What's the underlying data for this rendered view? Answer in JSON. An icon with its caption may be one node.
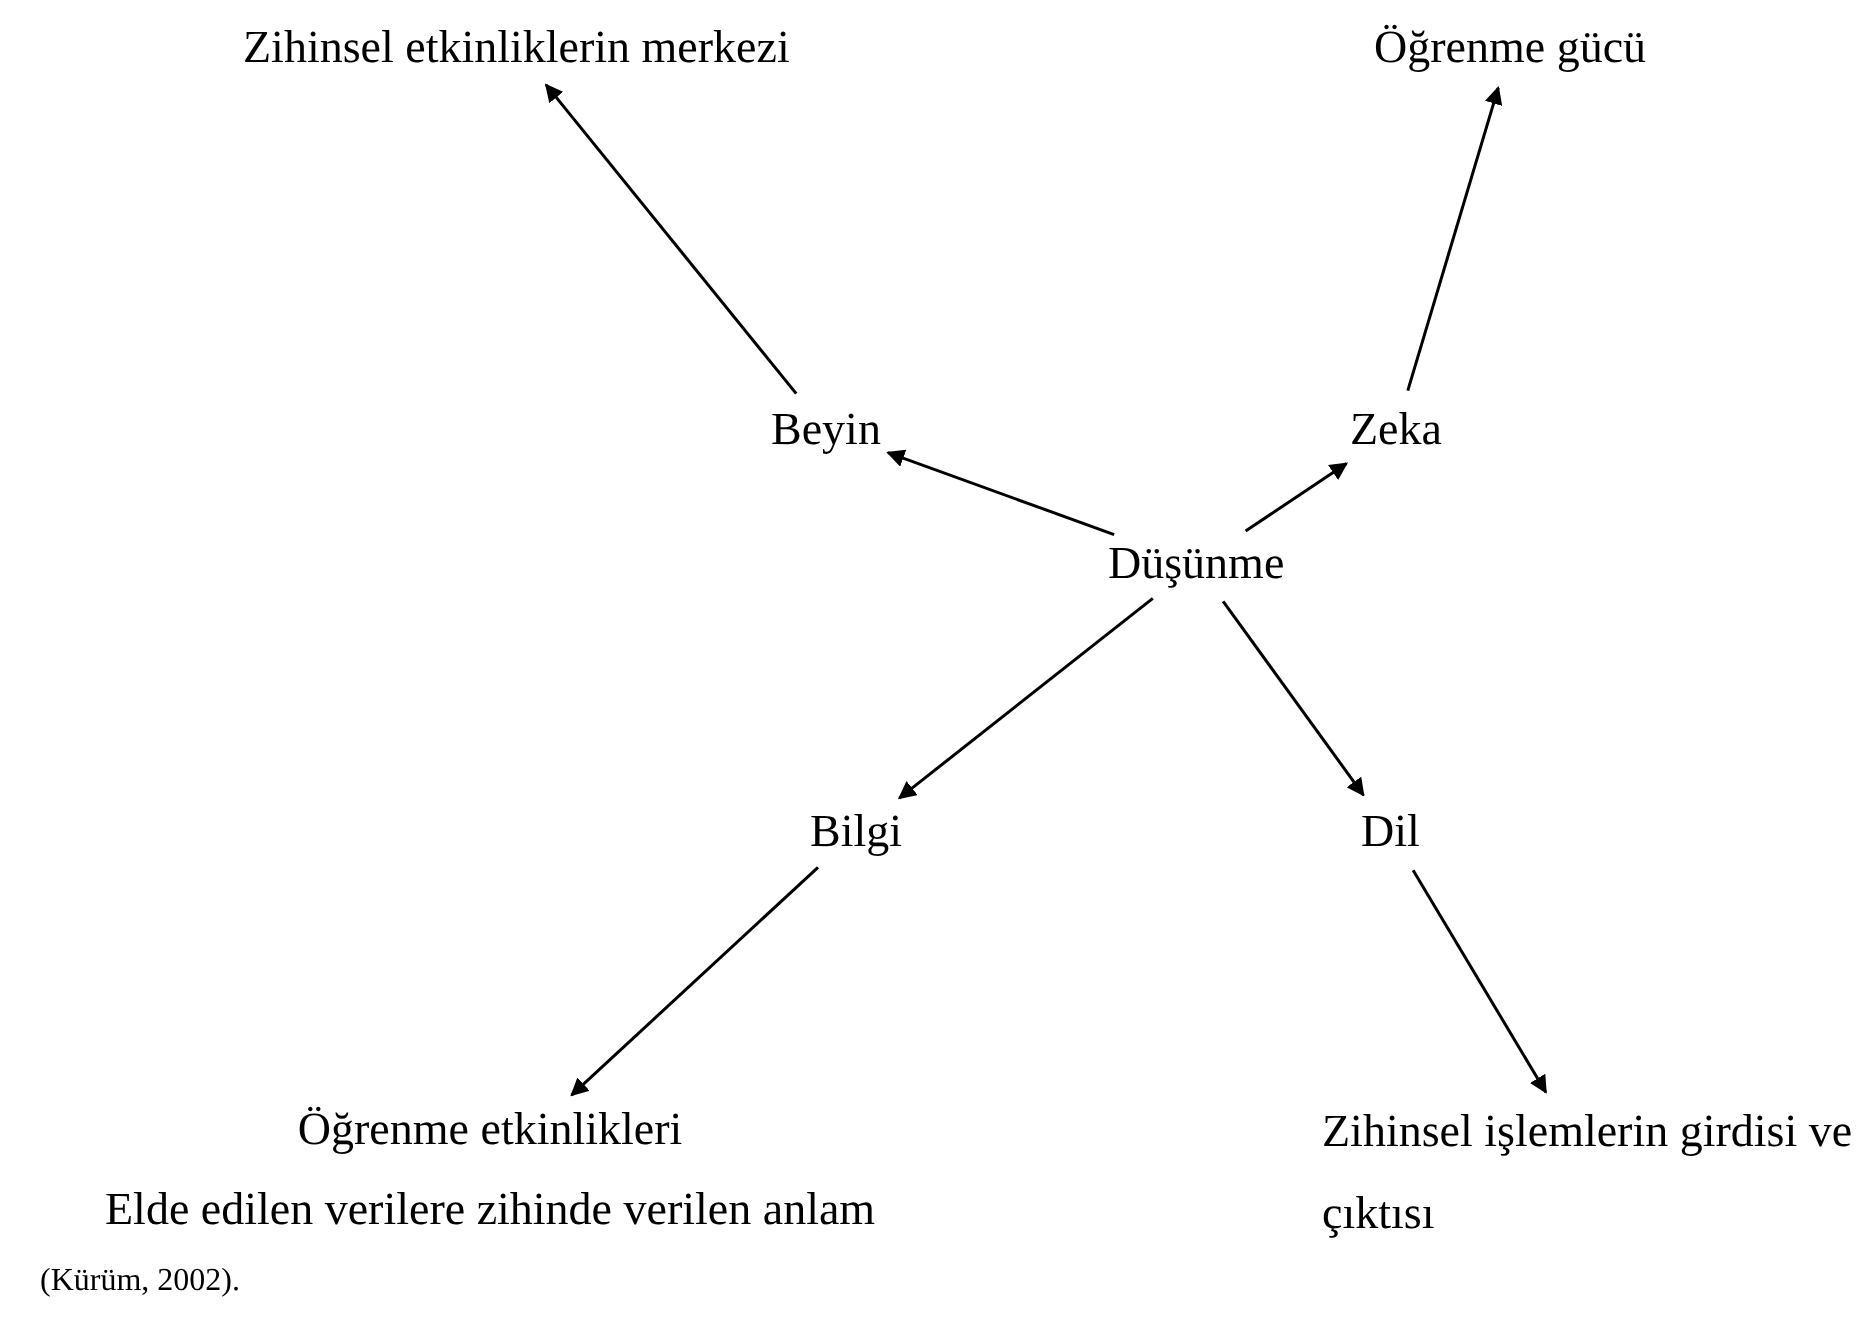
{
  "diagram": {
    "nodes": [
      {
        "text": [
          "Düşünme"
        ]
      },
      {
        "text": [
          "Beyin"
        ]
      },
      {
        "text": [
          "Zeka"
        ]
      },
      {
        "text": [
          "Zihinsel etkinliklerin merkezi"
        ]
      },
      {
        "text": [
          "Öğrenme gücü"
        ]
      },
      {
        "text": [
          "Bilgi"
        ]
      },
      {
        "text": [
          "Dil"
        ]
      },
      {
        "text": [
          "Öğrenme etkinlikleri",
          "Elde edilen verilere zihinde verilen anlam"
        ]
      },
      {
        "text": [
          "Zihinsel işlemlerin girdisi ve çıktısı"
        ]
      }
    ],
    "edges": [
      {
        "from": 0,
        "to": 1,
        "arrow": "to"
      },
      {
        "from": 0,
        "to": 2,
        "arrow": "to"
      },
      {
        "from": 0,
        "to": 5,
        "arrow": "to"
      },
      {
        "from": 0,
        "to": 6,
        "arrow": "to"
      },
      {
        "from": 1,
        "to": 3,
        "arrow": "to"
      },
      {
        "from": 2,
        "to": 4,
        "arrow": "to"
      },
      {
        "from": 5,
        "to": 7,
        "arrow": "to"
      },
      {
        "from": 6,
        "to": 8,
        "arrow": "to"
      }
    ],
    "labels": [
      "(Kürüm, 2002)."
    ]
  }
}
